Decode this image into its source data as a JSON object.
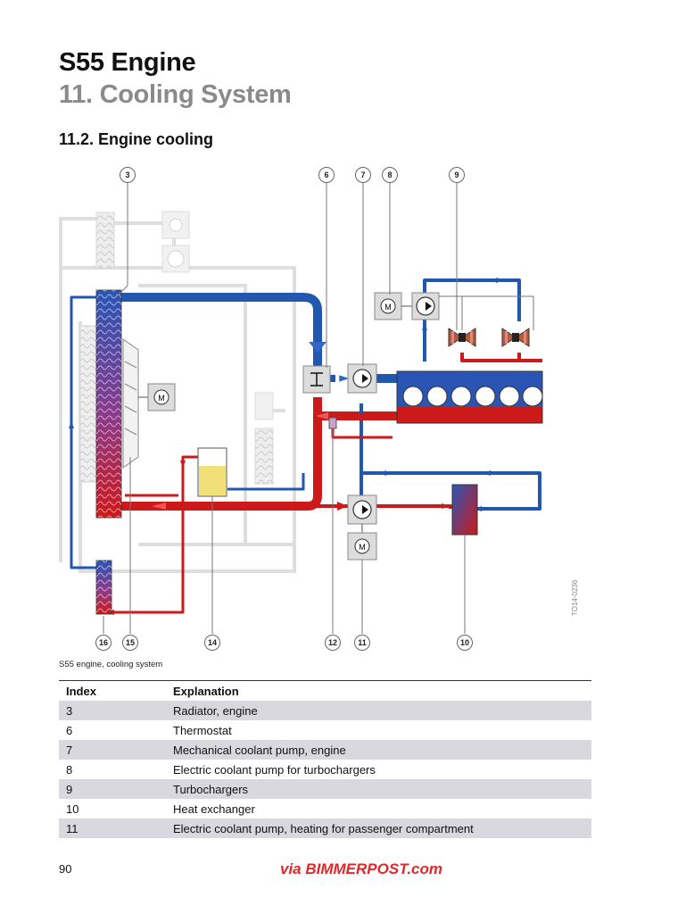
{
  "header": {
    "title": "S55 Engine",
    "chapter": "11. Cooling System",
    "section": "11.2. Engine cooling"
  },
  "figure": {
    "callouts": [
      "3",
      "6",
      "7",
      "8",
      "9",
      "16",
      "15",
      "14",
      "12",
      "11",
      "10"
    ],
    "motor_label": "M",
    "caption": "S55 engine, cooling system",
    "code": "TO14-0236",
    "colors": {
      "hot": "#cc1a1a",
      "cold": "#2257b0",
      "ghost": "#dcdcdc",
      "coolant_tank": "#f1e07a"
    }
  },
  "legend": {
    "headers": [
      "Index",
      "Explanation"
    ],
    "rows": [
      {
        "index": "3",
        "text": "Radiator, engine"
      },
      {
        "index": "6",
        "text": "Thermostat"
      },
      {
        "index": "7",
        "text": "Mechanical coolant pump, engine"
      },
      {
        "index": "8",
        "text": "Electric coolant pump for turbochargers"
      },
      {
        "index": "9",
        "text": "Turbochargers"
      },
      {
        "index": "10",
        "text": "Heat exchanger"
      },
      {
        "index": "11",
        "text": "Electric coolant pump, heating for passenger compartment"
      }
    ]
  },
  "footer": {
    "page_number": "90",
    "watermark": "via BIMMERPOST.com"
  }
}
